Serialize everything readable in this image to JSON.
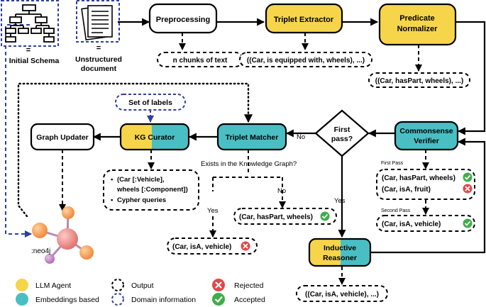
{
  "nodes": {
    "initial_schema": "Initial Schema",
    "unstructured_document": [
      "Unstructured",
      "document"
    ],
    "preprocessing": "Preprocessing",
    "triplet_extractor": "Triplet Extractor",
    "predicate_normalizer": [
      "Predicate",
      "Normalizer"
    ],
    "commonsense_verifier": [
      "Commonsense",
      "Verifier"
    ],
    "first_pass": [
      "First",
      "pass?"
    ],
    "triplet_matcher": "Triplet Matcher",
    "kg_curator": "KG Curator",
    "graph_updater": "Graph Updater",
    "inductive_reasoner": [
      "Inductive",
      "Reasoner"
    ],
    "set_of_labels": "Set of labels",
    "neo4j": ":neo4j"
  },
  "outputs": {
    "chunks": "n chunks of text",
    "extracted": "((Car, is equipped with, wheels), ...)",
    "normalized": "((Car, hasPart, wheels), ...)",
    "curator_items": [
      "(Car [:Vehicle],",
      "wheels [:Component])",
      "Cypher queries"
    ],
    "matcher_match": "(Car, hasPart, wheels)",
    "matcher_reject": "(Car, isA, vehicle)",
    "verifier_first_pass_label": "First Pass",
    "verifier_first_pass": [
      "(Car, hasPart, wheels)",
      "(Car, isA, fruit)"
    ],
    "verifier_second_pass_label": "Second Pass",
    "verifier_second_pass": "(Car, isA, vehicle)",
    "inductive_output": "((Car, isA, vehicle), ...)"
  },
  "edge_labels": {
    "no_first_pass": "No",
    "yes_first_pass": "Yes",
    "exists_question": "Exists in the Knowledge Graph?",
    "no_exists": "No",
    "yes_exists": "Yes"
  },
  "legend": {
    "llm_agent": "LLM Agent",
    "embeddings_based": "Embeddings based",
    "output": "Output",
    "domain_information": "Domain information",
    "rejected": "Rejected",
    "accepted": "Accepted"
  },
  "colors": {
    "llm_yellow": "#f7d54a",
    "embed_teal": "#49bfc4",
    "domain_blue": "#2f3f9e",
    "accept_green": "#3fae49",
    "reject_red": "#e2474a"
  },
  "icons": [
    "tree-schema-icon",
    "documents-icon",
    "neo4j-logo",
    "check-icon",
    "cross-icon"
  ]
}
